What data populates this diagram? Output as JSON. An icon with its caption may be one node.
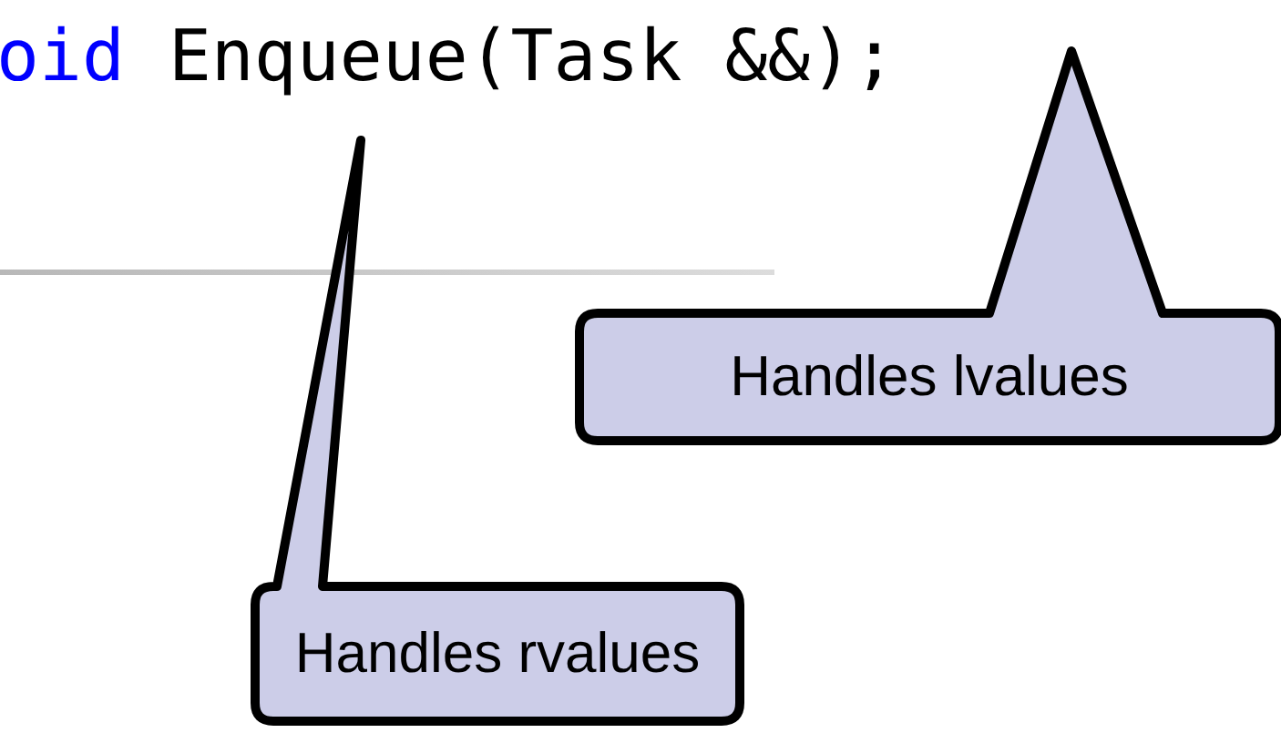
{
  "diagram": {
    "nodes": [
      {
        "text": [
          "Handles lvalues"
        ]
      },
      {
        "text": [
          "Handles rvalues"
        ]
      }
    ],
    "labels": [
      "oid",
      "Enqueue(Task &&);"
    ]
  }
}
